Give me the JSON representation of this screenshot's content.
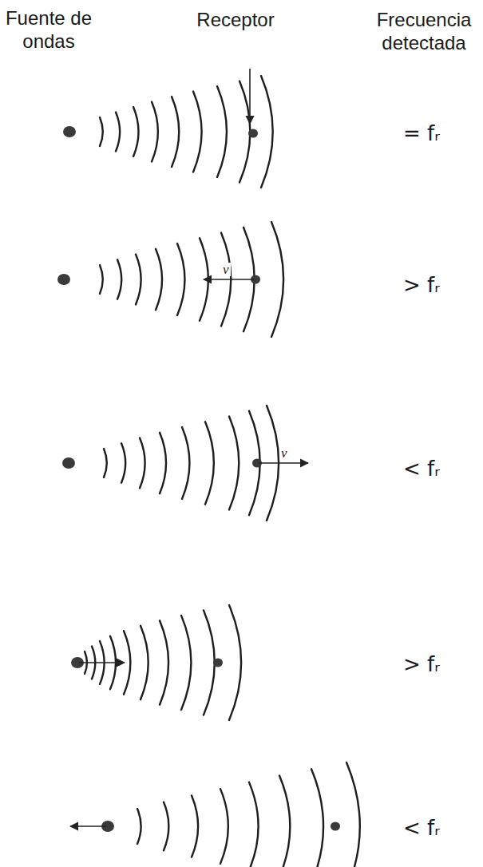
{
  "diagram": {
    "labels": [
      "Fuente de ondas",
      "Receptor",
      "Frecuencia detectada",
      "= fᵣ",
      "v",
      "> fᵣ",
      "v",
      "< fᵣ",
      "> fᵣ",
      "< fᵣ"
    ]
  }
}
